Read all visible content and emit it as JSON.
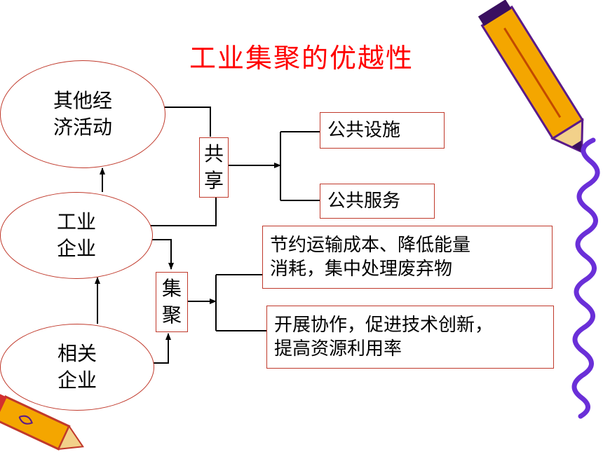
{
  "title": "工业集聚的优越性",
  "nodes": {
    "other_activities": "其他经\n济活动",
    "industrial_enterprise": "工业\n企业",
    "related_enterprise": "相关\n企业",
    "share": "共\n享",
    "cluster": "集\n聚",
    "public_facilities": "公共设施",
    "public_services": "公共服务",
    "benefit_1": "节约运输成本、降低能量\n消耗，集中处理废弃物",
    "benefit_2": "开展协作，促进技术创新，\n提高资源利用率"
  },
  "colors": {
    "title": "#ff0000",
    "border": "#c0392b",
    "line": "#000000",
    "pencil_body": "#f4a600",
    "pencil_edge": "#5a1a8a",
    "squiggle": "#6a2fd8"
  },
  "decorations": [
    "pencil-icon-top-right",
    "pencil-icon-bottom-left",
    "squiggle-line"
  ]
}
